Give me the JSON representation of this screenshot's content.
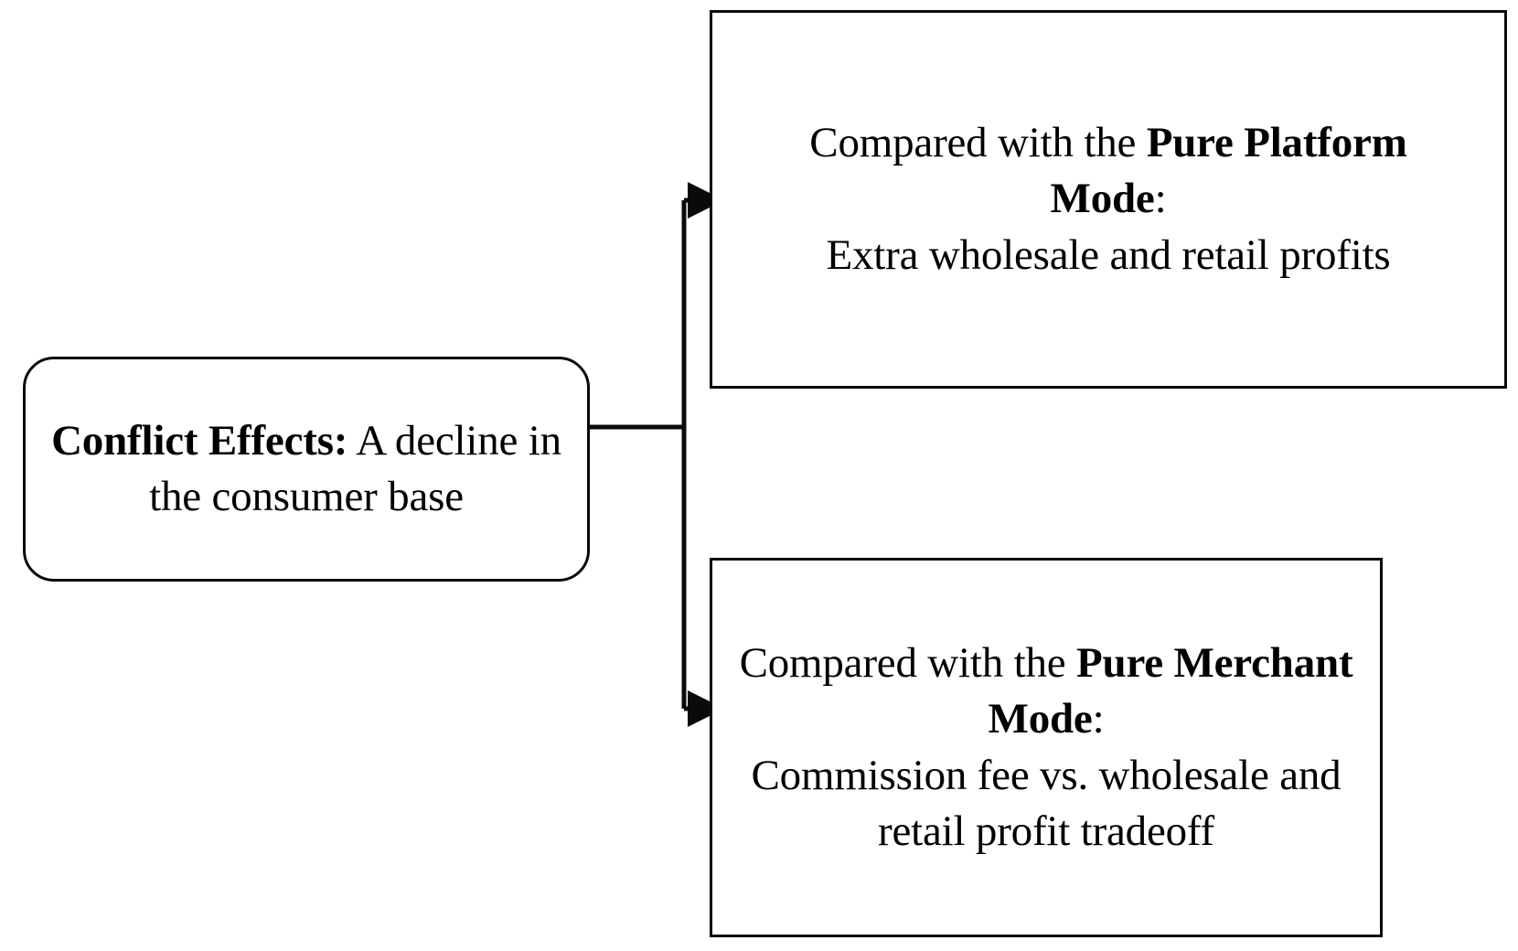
{
  "diagram": {
    "title": "Conflict Effects flowchart",
    "colors": {
      "stroke": "#0a0a0a",
      "background": "#ffffff",
      "text": "#000000"
    },
    "cause": {
      "label_bold": "Conflict Effects:",
      "label_rest": " A decline in the consumer base",
      "shape": "rounded-rectangle"
    },
    "effects": [
      {
        "id": "pure-platform",
        "lead_text": "Compared with the ",
        "mode_bold": "Pure Platform Mode",
        "colon": ":",
        "detail": "Extra wholesale and retail profits",
        "shape": "rectangle"
      },
      {
        "id": "pure-merchant",
        "lead_text": "Compared with the ",
        "mode_bold": "Pure Merchant Mode",
        "colon": ":",
        "detail": "Commission fee vs. wholesale and retail profit tradeoff",
        "shape": "rectangle"
      }
    ],
    "connectors": [
      {
        "id": "branch-to-platform",
        "from": "cause",
        "to": "pure-platform",
        "arrow": "arrow-head-right"
      },
      {
        "id": "branch-to-merchant",
        "from": "cause",
        "to": "pure-merchant",
        "arrow": "arrow-head-right"
      }
    ]
  }
}
